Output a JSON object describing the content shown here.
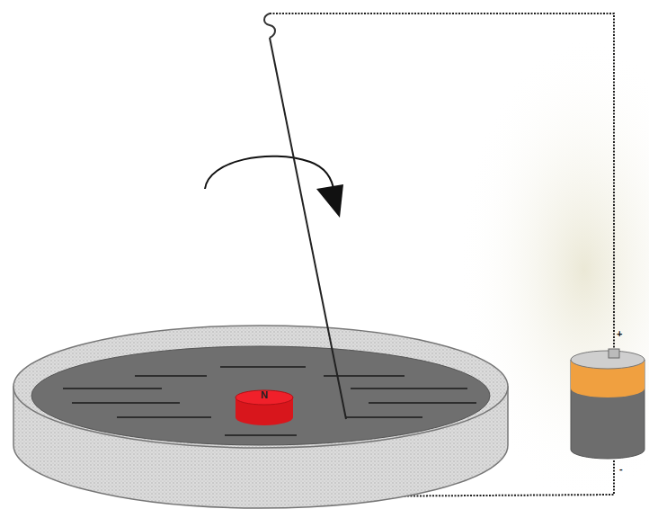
{
  "diagram": {
    "nodes": [
      {
        "text": [
          "N"
        ]
      }
    ],
    "labels": [
      "+",
      "-"
    ]
  }
}
